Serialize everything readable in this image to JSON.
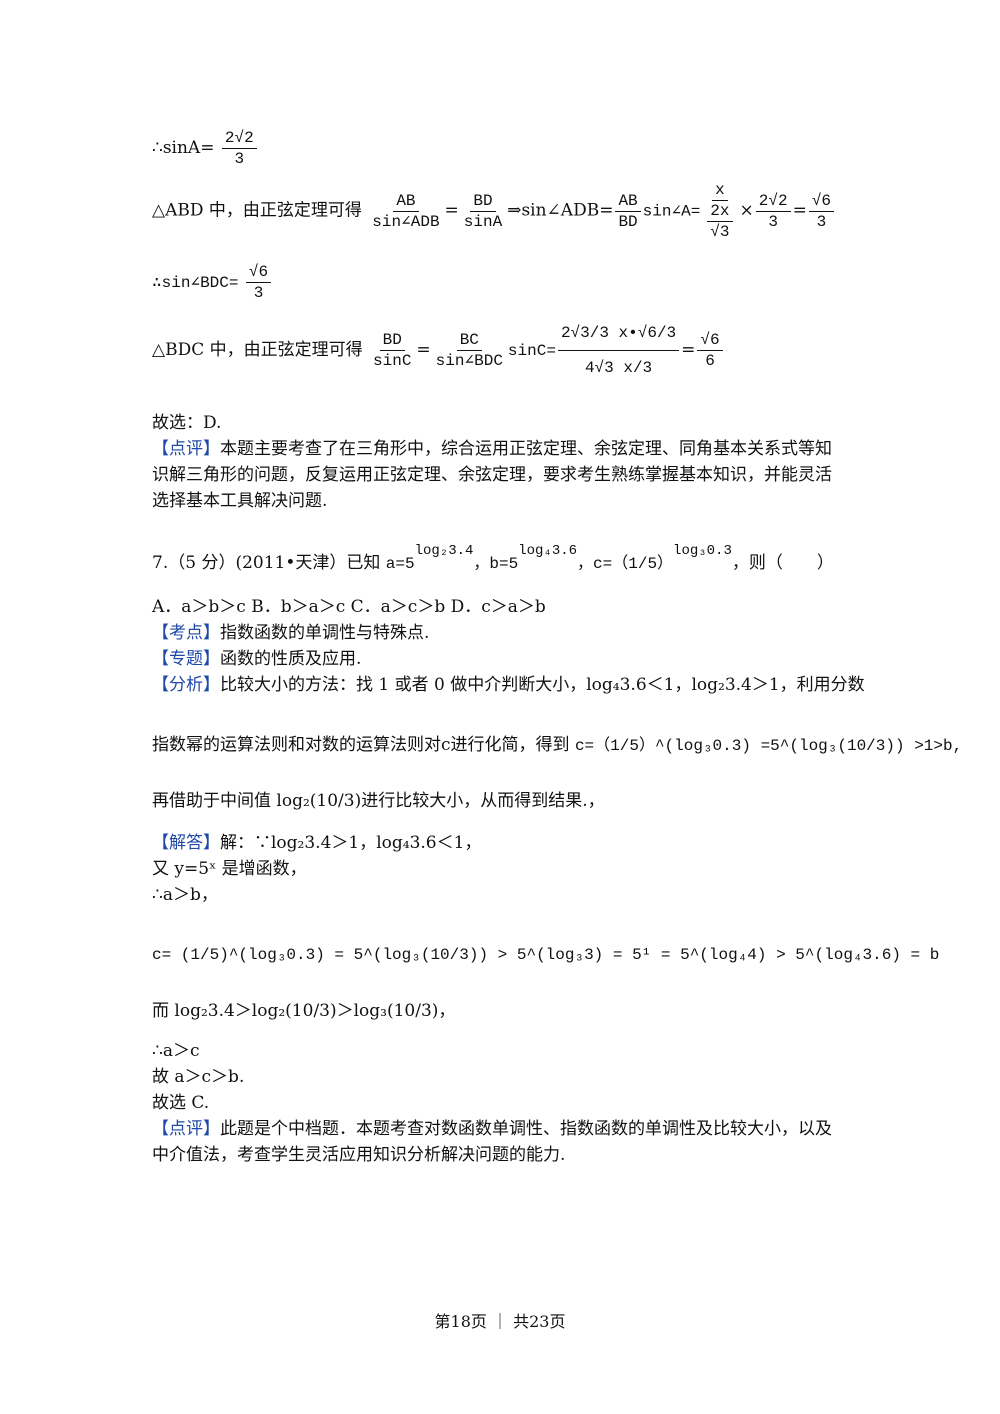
{
  "lines": {
    "l1_prefix": "∴sinA=",
    "l1_num": "2√2",
    "l1_den": "3",
    "l2_prefix": "△ABD 中，由正弦定理可得",
    "l2_f1_num": "AB",
    "l2_f1_den": "sin∠ADB",
    "l2_f2_num": "BD",
    "l2_f2_den": "sinA",
    "l2_mid": "⇒sin∠ADB=",
    "l2_f3_num": "AB",
    "l2_f3_den": "BD",
    "l2_sinA": "sin∠A=",
    "l2_f4_num": "x",
    "l2_f4_den_num": "2x",
    "l2_f4_den_den": "√3",
    "l2_times": "×",
    "l2_f5_num": "2√2",
    "l2_f5_den": "3",
    "l2_eq": "=",
    "l2_f6_num": "√6",
    "l2_f6_den": "3",
    "l3_prefix": "∴sin∠BDC=",
    "l3_num": "√6",
    "l3_den": "3",
    "l4_prefix": "△BDC 中，由正弦定理可得",
    "l4_f1_num": "BD",
    "l4_f1_den": "sinC",
    "l4_f2_num": "BC",
    "l4_f2_den": "sin∠BDC",
    "l4_sinC": "sinC=",
    "l4_big_num": "2√3/3 x•√6/3",
    "l4_big_den": "4√3 x/3",
    "l4_res_num": "√6",
    "l4_res_den": "6",
    "l5": "故选：D.",
    "l6_tag": "【点评】",
    "l6": "本题主要考查了在三角形中，综合运用正弦定理、余弦定理、同角基本关系式等知",
    "l7": "识解三角形的问题，反复运用正弦定理、余弦定理，要求考生熟练掌握基本知识，并能灵活",
    "l8": "选择基本工具解决问题.",
    "q7_stem": "7.（5 分）(2011•天津）已知",
    "q7_a": "a=5",
    "q7_a_exp": "log₂3.4",
    "q7_b": "，b=5",
    "q7_b_exp": "log₄3.6",
    "q7_c": "，c=（1/5）",
    "q7_c_exp": "log₃0.3",
    "q7_end": "，则（　　）",
    "q7_options": "A．a＞b＞c   B．b＞a＞c   C．a＞c＞b   D．c＞a＞b",
    "kd_tag": "【考点】",
    "kd": "指数函数的单调性与特殊点.",
    "zt_tag": "【专题】",
    "zt": "函数的性质及应用.",
    "fx_tag": "【分析】",
    "fx1": "比较大小的方法：找 1 或者 0 做中介判断大小，log₄3.6＜1，log₂3.4＞1，利用分数",
    "fx2": "指数幂的运算法则和对数的运算法则对c进行化简，得到",
    "fx2_formula": "c=（1/5）^(log₃0.3) =5^(log₃(10/3)) >1>b,",
    "fx3": "再借助于中间值 log₂(10/3)进行比较大小，从而得到结果.，",
    "jd_tag": "【解答】",
    "jd1": "解：∵log₂3.4＞1，log₄3.6＜1，",
    "jd2": "又 y=5ˣ 是增函数，",
    "jd3": "∴a＞b，",
    "jd4": "c= (1/5)^(log₃0.3) = 5^(log₃(10/3)) > 5^(log₃3) = 5¹ = 5^(log₄4) > 5^(log₄3.6) = b",
    "jd5": "而 log₂3.4＞log₂(10/3)＞log₃(10/3)，",
    "jd6": "∴a＞c",
    "jd7": "故 a＞c＞b.",
    "jd8": "故选 C.",
    "dp_tag": "【点评】",
    "dp1": "此题是个中档题．本题考查对数函数单调性、指数函数的单调性及比较大小，以及",
    "dp2": "中介值法，考查学生灵活应用知识分析解决问题的能力."
  },
  "footer": "第18页 ｜ 共23页",
  "colors": {
    "tag": "#1f49a8"
  }
}
